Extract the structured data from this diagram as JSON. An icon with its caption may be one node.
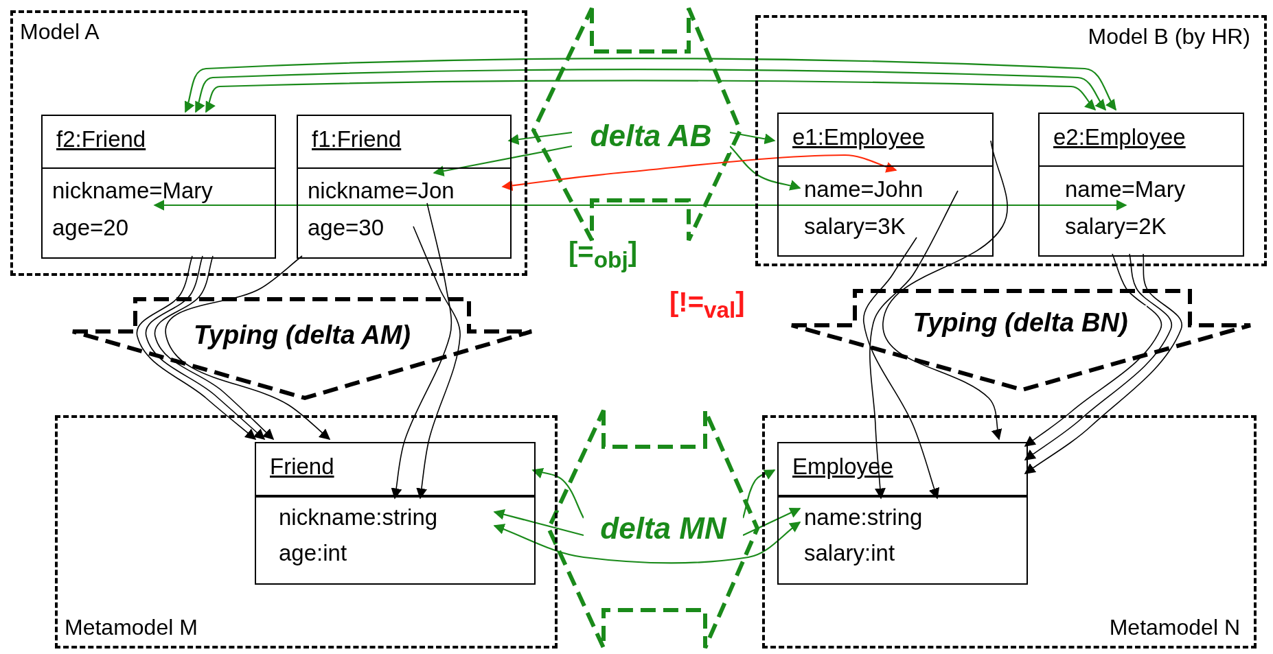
{
  "diagram": {
    "nodes": [
      {
        "text": [
          "Model A"
        ]
      },
      {
        "text": [
          "f2:Friend"
        ],
        "in": 0
      },
      {
        "text": [
          "nickname=Mary"
        ],
        "in": 1
      },
      {
        "text": [
          "age=20"
        ],
        "in": 1
      },
      {
        "text": [
          "f1:Friend"
        ],
        "in": 0
      },
      {
        "text": [
          "nickname=Jon"
        ],
        "in": 4
      },
      {
        "text": [
          "age=30"
        ],
        "in": 4
      },
      {
        "text": [
          "delta AB"
        ]
      },
      {
        "text": [
          "Model B (by HR)"
        ]
      },
      {
        "text": [
          "e1:Employee"
        ],
        "in": 8
      },
      {
        "text": [
          "name=John"
        ],
        "in": 9
      },
      {
        "text": [
          "salary=3K"
        ],
        "in": 9
      },
      {
        "text": [
          "e2:Employee"
        ],
        "in": 8
      },
      {
        "text": [
          "name=Mary"
        ],
        "in": 12
      },
      {
        "text": [
          "salary=2K"
        ],
        "in": 12
      },
      {
        "text": [
          "Typing (delta AM)"
        ]
      },
      {
        "text": [
          "Typing (delta BN)"
        ]
      },
      {
        "text": [
          "Metamodel M"
        ]
      },
      {
        "text": [
          "Friend"
        ],
        "in": 17
      },
      {
        "text": [
          "nickname:string"
        ],
        "in": 18
      },
      {
        "text": [
          "age:int"
        ],
        "in": 18
      },
      {
        "text": [
          "delta MN"
        ]
      },
      {
        "text": [
          "Metamodel N"
        ]
      },
      {
        "text": [
          "Employee"
        ],
        "in": 22
      },
      {
        "text": [
          "name:string"
        ],
        "in": 23
      },
      {
        "text": [
          "salary:int"
        ],
        "in": 23
      }
    ],
    "edges": [
      {
        "from": 1,
        "to": 12,
        "arrow": "both"
      },
      {
        "from": 1,
        "to": 12,
        "arrow": "both"
      },
      {
        "from": 1,
        "to": 12,
        "arrow": "both"
      },
      {
        "from": 7,
        "to": 4,
        "arrow": "to"
      },
      {
        "from": 7,
        "to": 5,
        "arrow": "to"
      },
      {
        "from": 7,
        "to": 9,
        "arrow": "to"
      },
      {
        "from": 7,
        "to": 10,
        "arrow": "to"
      },
      {
        "from": 5,
        "to": 10,
        "arrow": "both",
        "color": "#ff2a0a"
      },
      {
        "from": 2,
        "to": 13,
        "arrow": "both"
      },
      {
        "from": 1,
        "to": 18,
        "arrow": "to",
        "color": "#000000"
      },
      {
        "from": 1,
        "to": 18,
        "arrow": "to",
        "color": "#000000"
      },
      {
        "from": 1,
        "to": 18,
        "arrow": "to",
        "color": "#000000"
      },
      {
        "from": 4,
        "to": 18,
        "arrow": "to",
        "color": "#000000"
      },
      {
        "from": 5,
        "to": 19,
        "arrow": "to",
        "color": "#000000"
      },
      {
        "from": 6,
        "to": 19,
        "arrow": "to",
        "color": "#000000"
      },
      {
        "from": 10,
        "to": 24,
        "arrow": "to",
        "color": "#000000"
      },
      {
        "from": 11,
        "to": 24,
        "arrow": "to",
        "color": "#000000"
      },
      {
        "from": 9,
        "to": 23,
        "arrow": "to",
        "color": "#000000"
      },
      {
        "from": 12,
        "to": 23,
        "arrow": "to",
        "color": "#000000"
      },
      {
        "from": 12,
        "to": 23,
        "arrow": "to",
        "color": "#000000"
      },
      {
        "from": 12,
        "to": 23,
        "arrow": "to",
        "color": "#000000"
      },
      {
        "from": 21,
        "to": 18,
        "arrow": "to"
      },
      {
        "from": 21,
        "to": 19,
        "arrow": "to"
      },
      {
        "from": 21,
        "to": 23,
        "arrow": "to"
      },
      {
        "from": 21,
        "to": 24,
        "arrow": "to"
      },
      {
        "from": 19,
        "to": 24,
        "arrow": "both"
      }
    ],
    "labels": [
      "[=$_{obj}$]",
      "[!=$_{val}$]"
    ]
  }
}
